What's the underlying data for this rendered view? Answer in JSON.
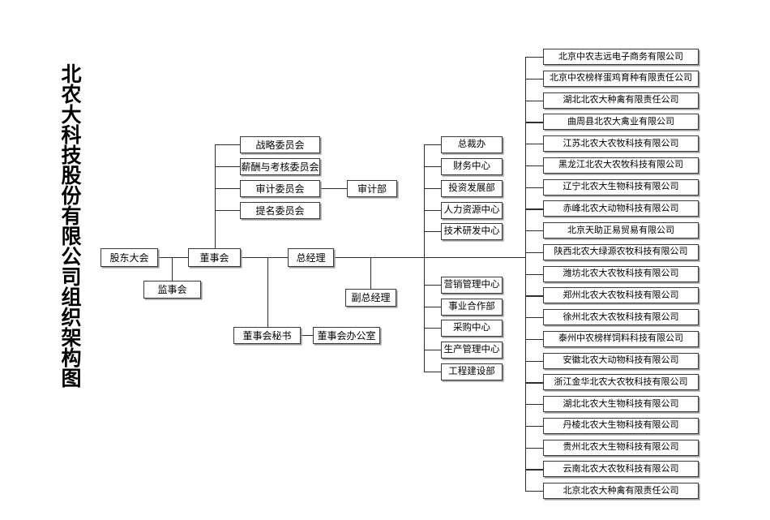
{
  "page": {
    "title_vertical": "北农大科技股份有限公司组织架构图",
    "background": "#ffffff",
    "line_color": "#2e2e2e",
    "box_border": "#3a3a3a",
    "box_shadow": "#9a9a9a"
  },
  "governance": {
    "shareholders_meeting": "股东大会",
    "board_of_directors": "董事会",
    "supervisory_board": "监事会",
    "general_manager": "总经理",
    "deputy_general_manager": "副总经理",
    "board_secretary": "董事会秘书",
    "board_office": "董事会办公室"
  },
  "committees": {
    "items": [
      {
        "label": "战略委员会"
      },
      {
        "label": "薪酬与考核委员会"
      },
      {
        "label": "审计委员会"
      },
      {
        "label": "提名委员会"
      }
    ],
    "audit_department": "审计部"
  },
  "departments": {
    "upper": [
      {
        "label": "总裁办"
      },
      {
        "label": "财务中心"
      },
      {
        "label": "投资发展部"
      },
      {
        "label": "人力资源中心"
      },
      {
        "label": "技术研发中心"
      }
    ],
    "lower": [
      {
        "label": "营销管理中心"
      },
      {
        "label": "事业合作部"
      },
      {
        "label": "采购中心"
      },
      {
        "label": "生产管理中心"
      },
      {
        "label": "工程建设部"
      }
    ]
  },
  "subsidiaries": {
    "items": [
      {
        "label": "北京中农志远电子商务有限公司"
      },
      {
        "label": "北京中农榜样蛋鸡育种有限责任公司"
      },
      {
        "label": "湖北北农大种禽有限责任公司"
      },
      {
        "label": "曲周县北农大禽业有限公司"
      },
      {
        "label": "江苏北农大农牧科技有限公司"
      },
      {
        "label": "黑龙江北农大农牧科技有限公司"
      },
      {
        "label": "辽宁北农大生物科技有限公司"
      },
      {
        "label": "赤峰北农大动物科技有限公司"
      },
      {
        "label": "北京天助正易贸易有限公司"
      },
      {
        "label": "陕西北农大绿源农牧科技有限公司"
      },
      {
        "label": "潍坊北农大农牧科技有限公司"
      },
      {
        "label": "郑州北农大农牧科技有限公司"
      },
      {
        "label": "徐州北农大农牧科技有限公司"
      },
      {
        "label": "泰州中农榜样饲料科技有限公司"
      },
      {
        "label": "安徽北农大动物科技有限公司"
      },
      {
        "label": "浙江金华北农大农牧科技有限公司"
      },
      {
        "label": "湖北北农大生物科技有限公司"
      },
      {
        "label": "丹棱北农大生物科技有限公司"
      },
      {
        "label": "贵州北农大生物科技有限公司"
      },
      {
        "label": "云南北农大农牧科技有限公司"
      },
      {
        "label": "北京北农大种禽有限责任公司"
      }
    ]
  }
}
